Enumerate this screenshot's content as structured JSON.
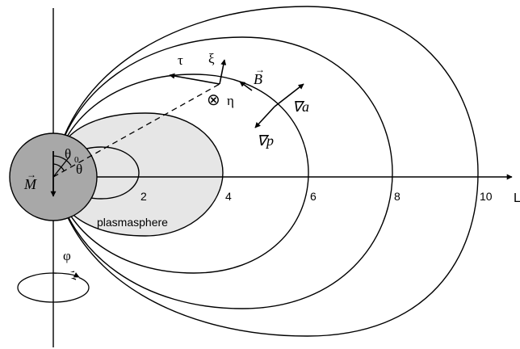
{
  "diagram": {
    "l_shell_labels": [
      "2",
      "4",
      "6",
      "8",
      "10"
    ],
    "axis_label": "L",
    "region_label": "plasmasphere",
    "symbols": {
      "tau": "τ",
      "xi": "ξ",
      "eta": "η",
      "otimes": "⊗",
      "B": "B",
      "grad_a": "∇a",
      "grad_p": "∇p",
      "M": "M",
      "theta0": "θ",
      "theta0_sub": "0",
      "theta": "θ",
      "phi": "φ",
      "vec_arrow": "→"
    },
    "colors": {
      "plasmasphere": "#e6e6e6",
      "earth": "#a8a8a8",
      "stroke": "#000000"
    }
  }
}
